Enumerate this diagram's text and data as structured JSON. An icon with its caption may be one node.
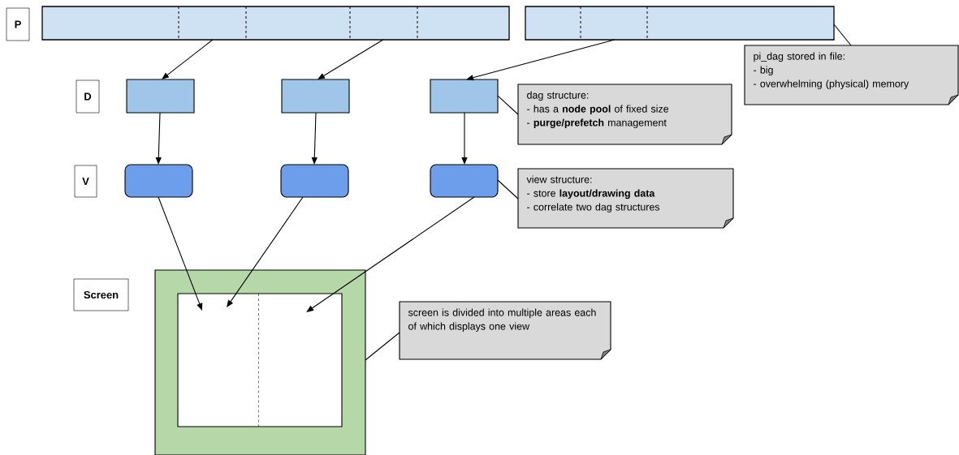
{
  "diagram": {
    "nodes": [
      {
        "text": [
          "P"
        ]
      },
      {
        "text": [],
        "shape": "bar"
      },
      {
        "text": [],
        "shape": "bar"
      },
      {
        "text": [
          "pi_dag stored in file:",
          "- big",
          "- overwhelming (physical) memory"
        ]
      },
      {
        "text": [
          "D"
        ]
      },
      {
        "text": [],
        "shape": "box"
      },
      {
        "text": [],
        "shape": "box"
      },
      {
        "text": [],
        "shape": "box"
      },
      {
        "text": [
          "dag structure:",
          "- has a **node pool** of fixed size",
          "- **purge/prefetch** management"
        ]
      },
      {
        "text": [
          "V"
        ]
      },
      {
        "text": [],
        "shape": "box"
      },
      {
        "text": [],
        "shape": "box"
      },
      {
        "text": [],
        "shape": "box"
      },
      {
        "text": [
          "view structure:",
          "- store **layout/drawing data**",
          "- correlate two dag structures"
        ]
      },
      {
        "text": [
          "Screen"
        ]
      },
      {
        "text": [],
        "shape": "box"
      },
      {
        "text": [],
        "shape": "box",
        "in": 15
      },
      {
        "text": [],
        "shape": "box",
        "in": 15
      },
      {
        "text": [
          "screen is divided into multiple areas each of which displays one view"
        ]
      }
    ],
    "edges": [
      {
        "from": 1,
        "to": 5,
        "arrow": "to"
      },
      {
        "from": 1,
        "to": 6,
        "arrow": "to"
      },
      {
        "from": 2,
        "to": 7,
        "arrow": "to"
      },
      {
        "from": 5,
        "to": 10,
        "arrow": "to"
      },
      {
        "from": 6,
        "to": 11,
        "arrow": "to"
      },
      {
        "from": 7,
        "to": 12,
        "arrow": "to"
      },
      {
        "from": 10,
        "to": 16,
        "arrow": "to"
      },
      {
        "from": 11,
        "to": 16,
        "arrow": "to"
      },
      {
        "from": 12,
        "to": 17,
        "arrow": "to"
      },
      {
        "from": 2,
        "to": 3,
        "arrow": "none"
      },
      {
        "from": 7,
        "to": 8,
        "arrow": "none"
      },
      {
        "from": 12,
        "to": 13,
        "arrow": "none"
      },
      {
        "from": 15,
        "to": 18,
        "arrow": "none"
      }
    ]
  }
}
